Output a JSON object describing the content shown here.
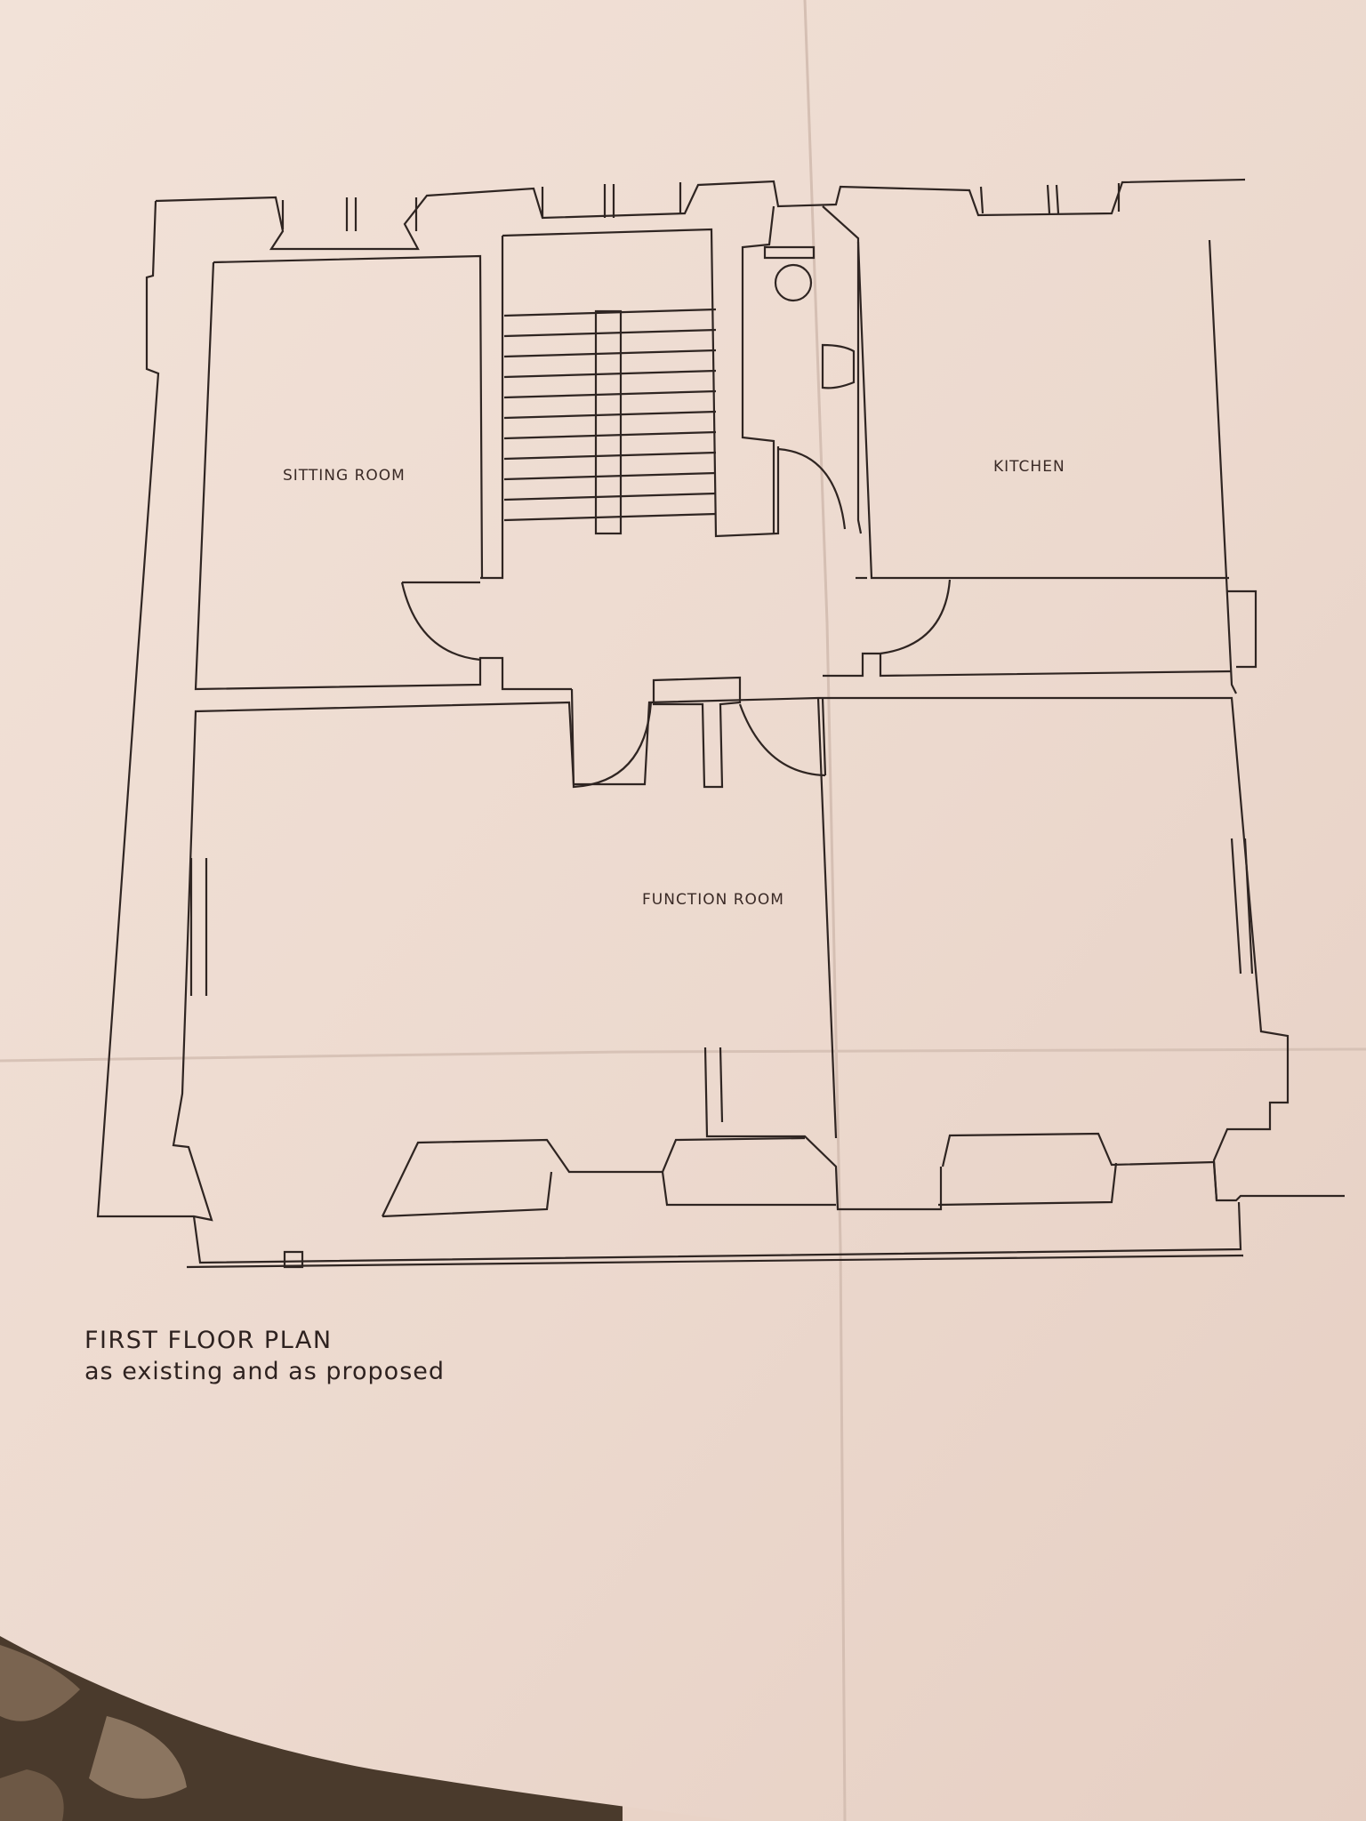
{
  "drawing": {
    "title": "FIRST FLOOR PLAN",
    "subtitle": "as existing and as proposed",
    "colors": {
      "paper": "#efddd2",
      "ink": "#2f2522",
      "carpet": "#4a3a2c"
    }
  },
  "rooms": {
    "sitting_room": "SITTING ROOM",
    "kitchen": "KITCHEN",
    "function_room": "FUNCTION ROOM"
  }
}
